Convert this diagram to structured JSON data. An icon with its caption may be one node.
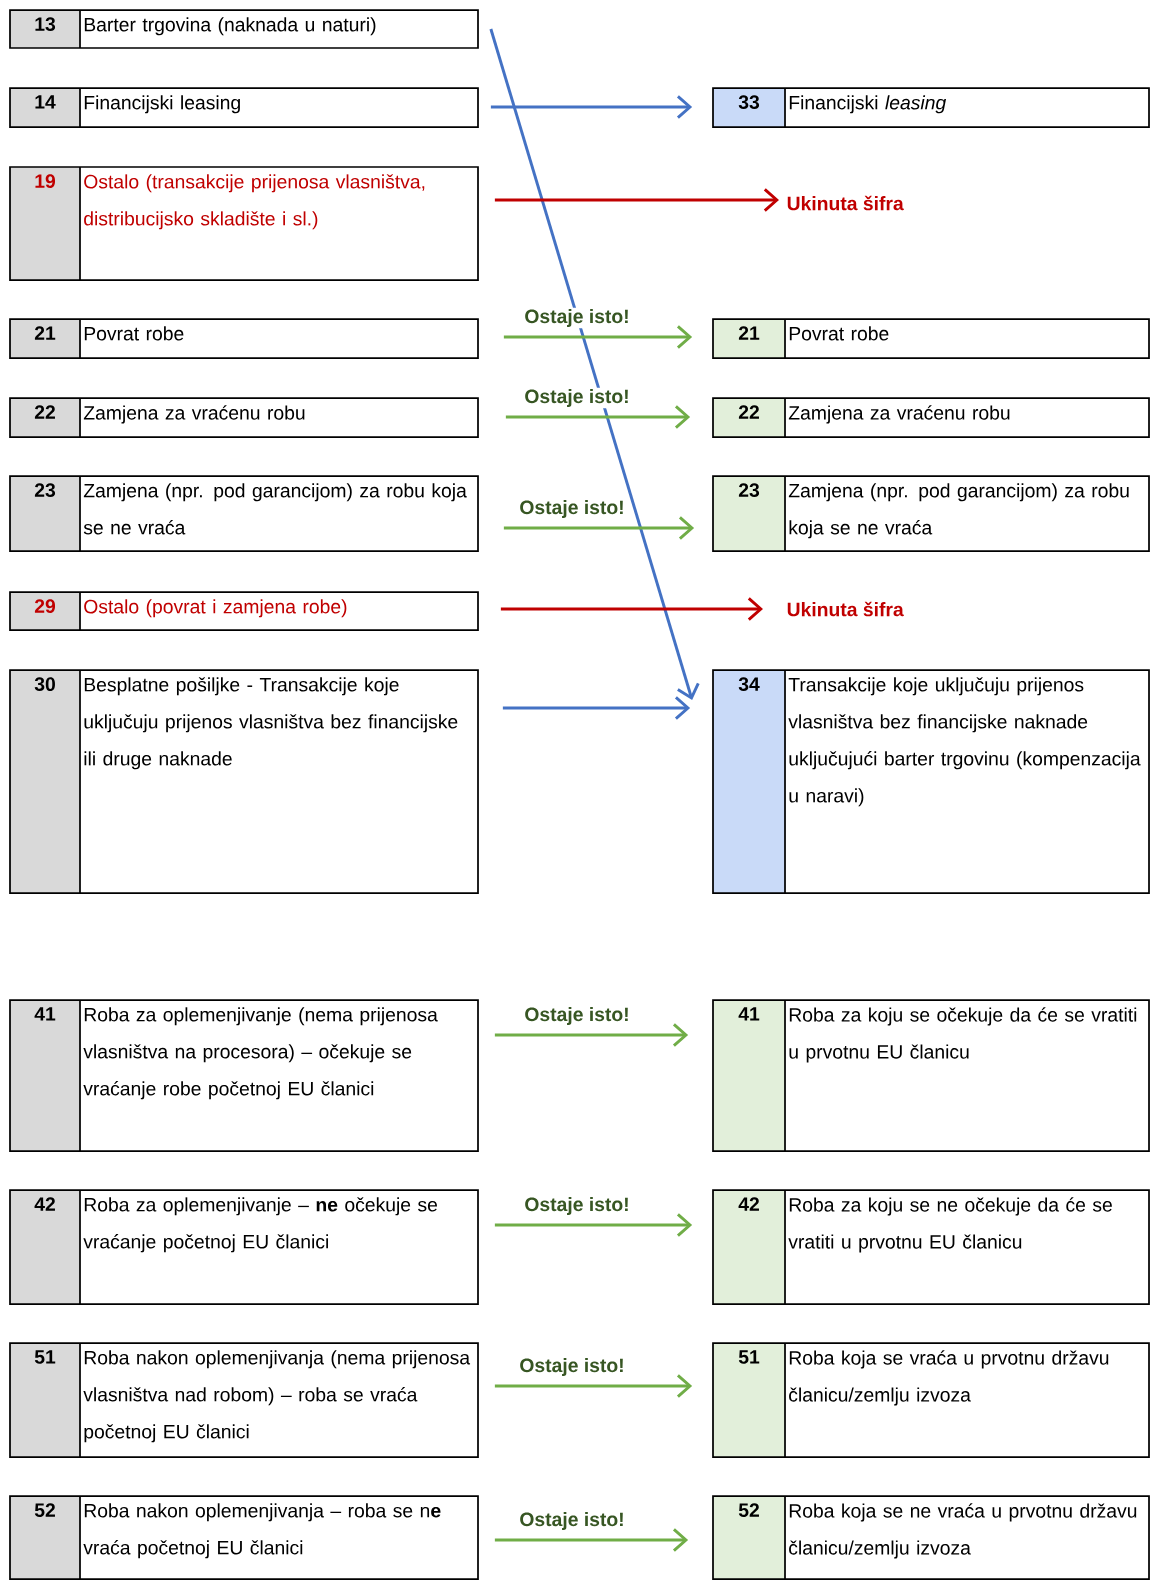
{
  "diagram": {
    "nodes": [
      {
        "text": [
          "13",
          "Barter trgovina (naknada u naturi)"
        ]
      },
      {
        "text": [
          "14",
          "Financijski leasing"
        ]
      },
      {
        "text": [
          "33",
          "Financijski *leasing*"
        ]
      },
      {
        "text": [
          "19",
          "Ostalo (transakcije prijenosa vlasništva, distribucijsko skladište i sl.)"
        ]
      },
      {
        "text": [
          "Ukinuta šifra"
        ]
      },
      {
        "text": [
          "21",
          "Povrat robe"
        ]
      },
      {
        "text": [
          "21",
          "Povrat robe"
        ]
      },
      {
        "text": [
          "22",
          "Zamjena za vraćenu robu"
        ]
      },
      {
        "text": [
          "22",
          "Zamjena za vraćenu robu"
        ]
      },
      {
        "text": [
          "23",
          "Zamjena (npr. pod garancijom) za robu koja se ne vraća"
        ]
      },
      {
        "text": [
          "23",
          "Zamjena (npr. pod garancijom) za robu koja se ne vraća"
        ]
      },
      {
        "text": [
          "29",
          "Ostalo (povrat i zamjena robe)"
        ]
      },
      {
        "text": [
          "Ukinuta šifra"
        ]
      },
      {
        "text": [
          "30",
          "Besplatne pošiljke - Transakcije koje uključuju prijenos vlasništva bez financijske ili druge naknade"
        ]
      },
      {
        "text": [
          "34",
          "Transakcije koje uključuju prijenos vlasništva bez financijske naknade uključujući barter trgovinu (kompenzacija u naravi)"
        ]
      },
      {
        "text": [
          "41",
          "Roba za oplemenjivanje (nema prijenosa vlasništva na procesora) – očekuje se vraćanje robe početnoj EU članici"
        ]
      },
      {
        "text": [
          "41",
          "Roba za koju se očekuje da će se vratiti u prvotnu EU članicu"
        ]
      },
      {
        "text": [
          "42",
          "Roba za oplemenjivanje – **ne** očekuje se vraćanje početnoj EU članici"
        ]
      },
      {
        "text": [
          "42",
          "Roba za koju se ne očekuje da će se vratiti u prvotnu EU članicu"
        ]
      },
      {
        "text": [
          "51",
          "Roba nakon oplemenjivanja (nema prijenosa vlasništva nad robom) – roba se vraća početnoj EU članici"
        ]
      },
      {
        "text": [
          "51",
          "Roba koja se vraća u prvotnu državu članicu/zemlju izvoza"
        ]
      },
      {
        "text": [
          "52",
          "Roba nakon oplemenjivanja – roba se n**e** vraća početnoj EU članici"
        ]
      },
      {
        "text": [
          "52",
          "Roba koja se ne vraća u prvotnu državu članicu/zemlju izvoza"
        ]
      }
    ],
    "edges": [
      {
        "from": 0,
        "to": 14,
        "arrow": "to",
        "color": "#4472c4"
      },
      {
        "from": 1,
        "to": 2,
        "arrow": "to",
        "color": "#4472c4"
      },
      {
        "from": 3,
        "to": 4,
        "arrow": "to",
        "color": "#c00000"
      },
      {
        "from": 5,
        "to": 6,
        "arrow": "to",
        "label": "Ostaje isto!"
      },
      {
        "from": 7,
        "to": 8,
        "arrow": "to",
        "label": "Ostaje isto!"
      },
      {
        "from": 9,
        "to": 10,
        "arrow": "to",
        "label": "Ostaje isto!"
      },
      {
        "from": 11,
        "to": 12,
        "arrow": "to",
        "color": "#c00000"
      },
      {
        "from": 13,
        "to": 14,
        "arrow": "to",
        "color": "#4472c4"
      },
      {
        "from": 15,
        "to": 16,
        "arrow": "to",
        "label": "Ostaje isto!"
      },
      {
        "from": 17,
        "to": 18,
        "arrow": "to",
        "label": "Ostaje isto!"
      },
      {
        "from": 19,
        "to": 20,
        "arrow": "to",
        "label": "Ostaje isto!"
      },
      {
        "from": 21,
        "to": 22,
        "arrow": "to",
        "label": "Ostaje isto!"
      }
    ]
  }
}
